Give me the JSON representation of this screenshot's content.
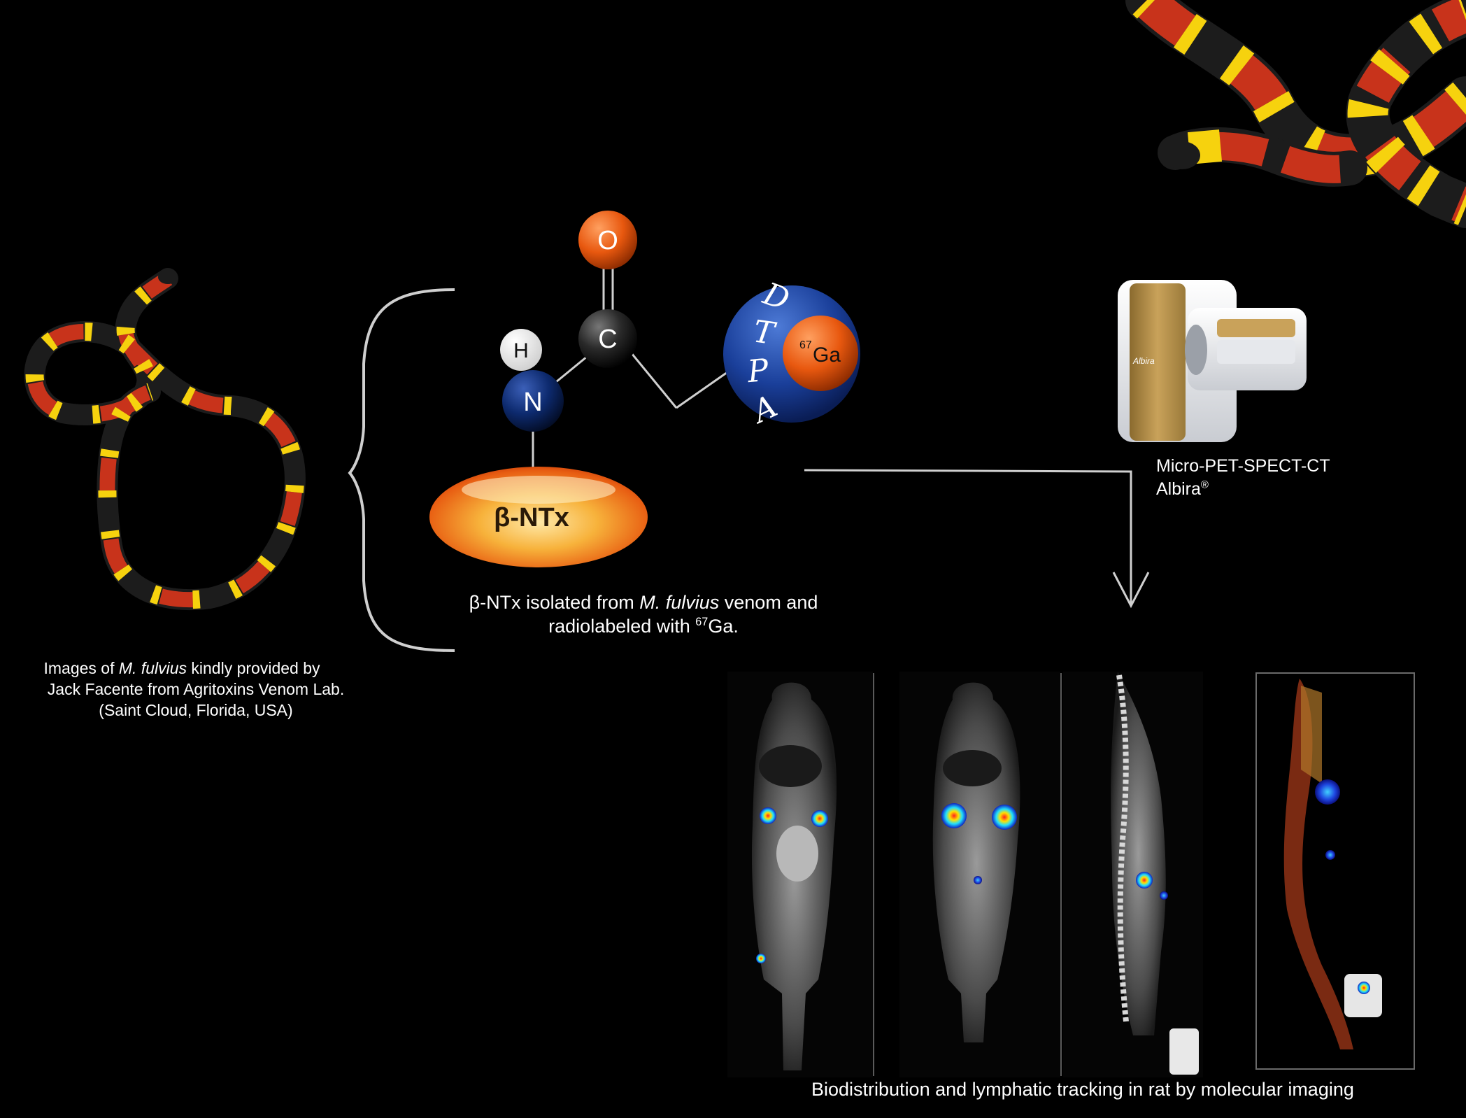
{
  "molecule": {
    "atom_o": "O",
    "atom_c": "C",
    "atom_h": "H",
    "atom_n": "N",
    "dtpa_letters": [
      "D",
      "T",
      "P",
      "A"
    ],
    "ga_mass": "67",
    "ga_symbol": "Ga",
    "protein_label": "β-NTx"
  },
  "captions": {
    "snake_credit": {
      "pre": "Images of ",
      "species": "M. fulvius",
      "post": "  kindly provided by",
      "line2": "Jack  Facente  from Agritoxins  Venom  Lab.",
      "line3": "(Saint Cloud, Florida, USA)"
    },
    "protein_caption": {
      "pre": "β-NTx isolated from ",
      "species": "M. fulvius",
      "post": " venom and",
      "line2_pre": "radiolabeled with ",
      "line2_sup": "67",
      "line2_post": "Ga."
    },
    "scanner": {
      "line1": "Micro-PET-SPECT-CT",
      "line2": "Albira",
      "line2_mark": "®",
      "brand": "Albira"
    },
    "imaging": "Biodistribution and lymphatic tracking in rat  by molecular imaging"
  },
  "colors": {
    "oxygen": "#e8580f",
    "carbon": "#1e1e1e",
    "nitrogen": "#0d2a6e",
    "dtpa": "#1a3f9a",
    "gallium": "#e8580f",
    "protein": "#f5a623",
    "snake_red": "#c8331b",
    "snake_yellow": "#f6d20e",
    "snake_black": "#1c1c1c"
  },
  "icons": [
    "coral-snake-loop-image",
    "coral-snake-coiled-image",
    "micro-pet-spect-ct-scanner-image",
    "rat-scan-panels-image"
  ]
}
